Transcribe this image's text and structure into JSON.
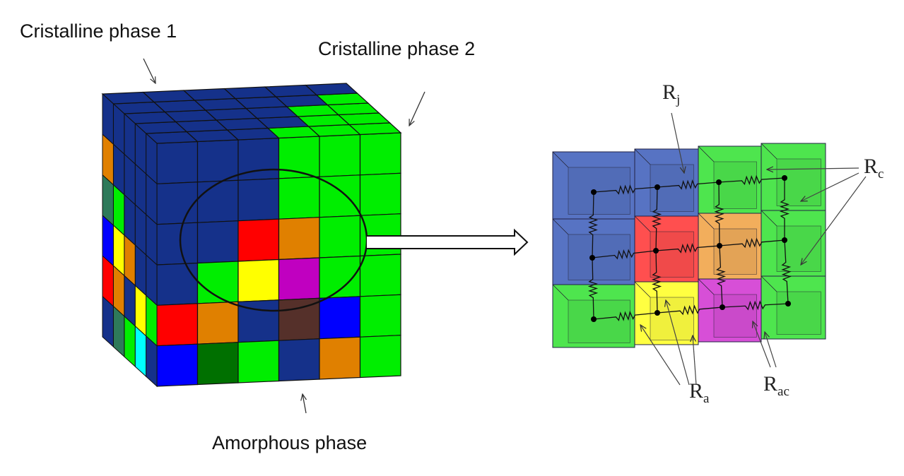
{
  "labels": {
    "phase1": "Cristalline phase 1",
    "phase2": "Cristalline phase 2",
    "amorphous": "Amorphous  phase"
  },
  "resistors": {
    "rj": {
      "main": "R",
      "sub": "j"
    },
    "rc": {
      "main": "R",
      "sub": "c"
    },
    "ra": {
      "main": "R",
      "sub": "a"
    },
    "rac": {
      "main": "R",
      "sub": "ac"
    }
  },
  "palette": {
    "B": "#15318a",
    "G": "#00ee00",
    "R": "#ff0000",
    "O": "#e08000",
    "Y": "#ffff00",
    "M": "#c000c0",
    "N": "#55302a",
    "L": "#0000ff",
    "D": "#007000",
    "C": "#00ffff",
    "T": "#2e7a5a"
  },
  "cube": {
    "front": [
      [
        "B",
        "B",
        "B",
        "G",
        "G",
        "G"
      ],
      [
        "B",
        "B",
        "B",
        "G",
        "G",
        "G"
      ],
      [
        "B",
        "B",
        "R",
        "O",
        "G",
        "G"
      ],
      [
        "B",
        "G",
        "Y",
        "M",
        "G",
        "G"
      ],
      [
        "R",
        "O",
        "B",
        "N",
        "L",
        "G"
      ],
      [
        "L",
        "D",
        "G",
        "B",
        "O",
        "G"
      ]
    ],
    "top": [
      [
        "B",
        "B",
        "B",
        "G",
        "G",
        "G"
      ],
      [
        "B",
        "B",
        "B",
        "B",
        "G",
        "G"
      ],
      [
        "B",
        "B",
        "B",
        "B",
        "G",
        "G"
      ],
      [
        "B",
        "B",
        "B",
        "B",
        "B",
        "G"
      ],
      [
        "B",
        "B",
        "B",
        "B",
        "B",
        "B"
      ]
    ],
    "left": [
      [
        "B",
        "B",
        "B",
        "B",
        "B"
      ],
      [
        "B",
        "B",
        "B",
        "B",
        "O"
      ],
      [
        "B",
        "B",
        "B",
        "G",
        "T"
      ],
      [
        "B",
        "B",
        "O",
        "Y",
        "L"
      ],
      [
        "G",
        "Y",
        "B",
        "O",
        "R"
      ],
      [
        "B",
        "C",
        "G",
        "T",
        "B"
      ]
    ]
  },
  "network": {
    "cells": [
      [
        "#3a5bb8",
        "#3a5bb8",
        "#2fe02f",
        "#2fe02f"
      ],
      [
        "#3a5bb8",
        "#ff3030",
        "#f0a040",
        "#2fe02f"
      ],
      [
        "#2fe02f",
        "#ffff20",
        "#d030d0",
        "#2fe02f"
      ]
    ]
  }
}
